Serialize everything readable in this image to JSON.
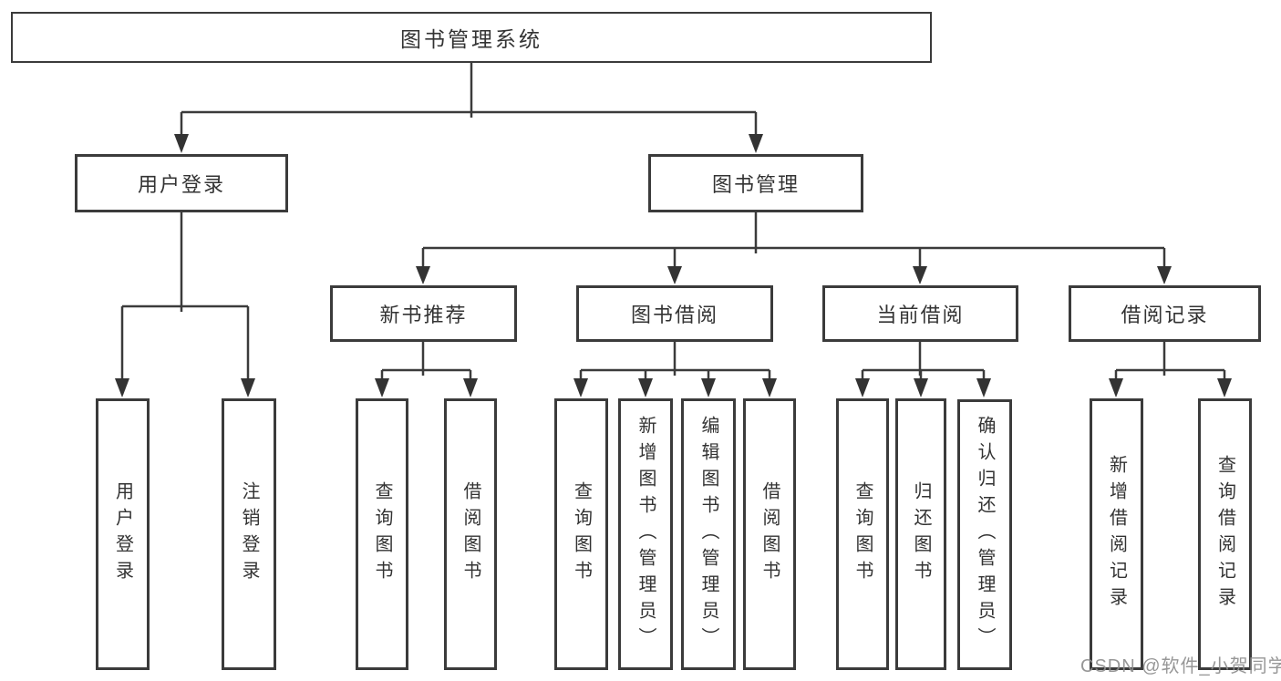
{
  "nodes": {
    "root": "图书管理系统",
    "user_login": {
      "label": "用户登录",
      "children": {
        "login": "用户登录",
        "logout": "注销登录"
      }
    },
    "book_mgmt": {
      "label": "图书管理",
      "groups": {
        "new_book": {
          "label": "新书推荐",
          "children": {
            "query": "查询图书",
            "borrow": "借阅图书"
          }
        },
        "book_borrow": {
          "label": "图书借阅",
          "children": {
            "query": "查询图书",
            "add": "新增图书（管理员）",
            "edit": "编辑图书（管理员）",
            "borrow": "借阅图书"
          }
        },
        "current_borrow": {
          "label": "当前借阅",
          "children": {
            "query": "查询图书",
            "return": "归还图书",
            "confirm": "确认归还（管理员）"
          }
        },
        "borrow_record": {
          "label": "借阅记录",
          "children": {
            "add": "新增借阅记录",
            "query": "查询借阅记录"
          }
        }
      }
    }
  },
  "colors": {
    "line": "#3b3b3b",
    "text": "#333333",
    "background": "#ffffff",
    "watermark": "#8e8e8e"
  },
  "watermark": {
    "text": "CSDN @软件_小贺同学"
  }
}
